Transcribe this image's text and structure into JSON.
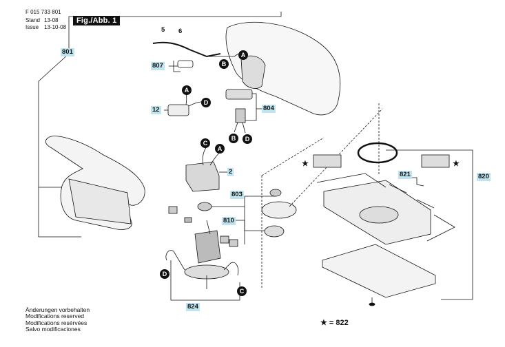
{
  "header": {
    "doc_number": "F 015 733 801",
    "stand_label": "Stand",
    "stand_value": "13-08",
    "issue_label": "Issue",
    "issue_value": "13-10-08",
    "figure_tag": "Fig./Abb. 1"
  },
  "footer": [
    "Änderungen vorbehalten",
    "Modifications reserved",
    "Modifications resérvées",
    "Salvo modificaciones"
  ],
  "part_numbers": {
    "p801": "801",
    "p807": "807",
    "p12": "12",
    "p804": "804",
    "p2": "2",
    "p803": "803",
    "p810": "810",
    "p824": "824",
    "p821": "821",
    "p820": "820",
    "p5": "5",
    "p6": "6"
  },
  "callouts": {
    "a": "A",
    "b": "B",
    "c": "C",
    "d": "D"
  },
  "legend": {
    "star_text": "★ = 822",
    "star_glyph": "★"
  }
}
